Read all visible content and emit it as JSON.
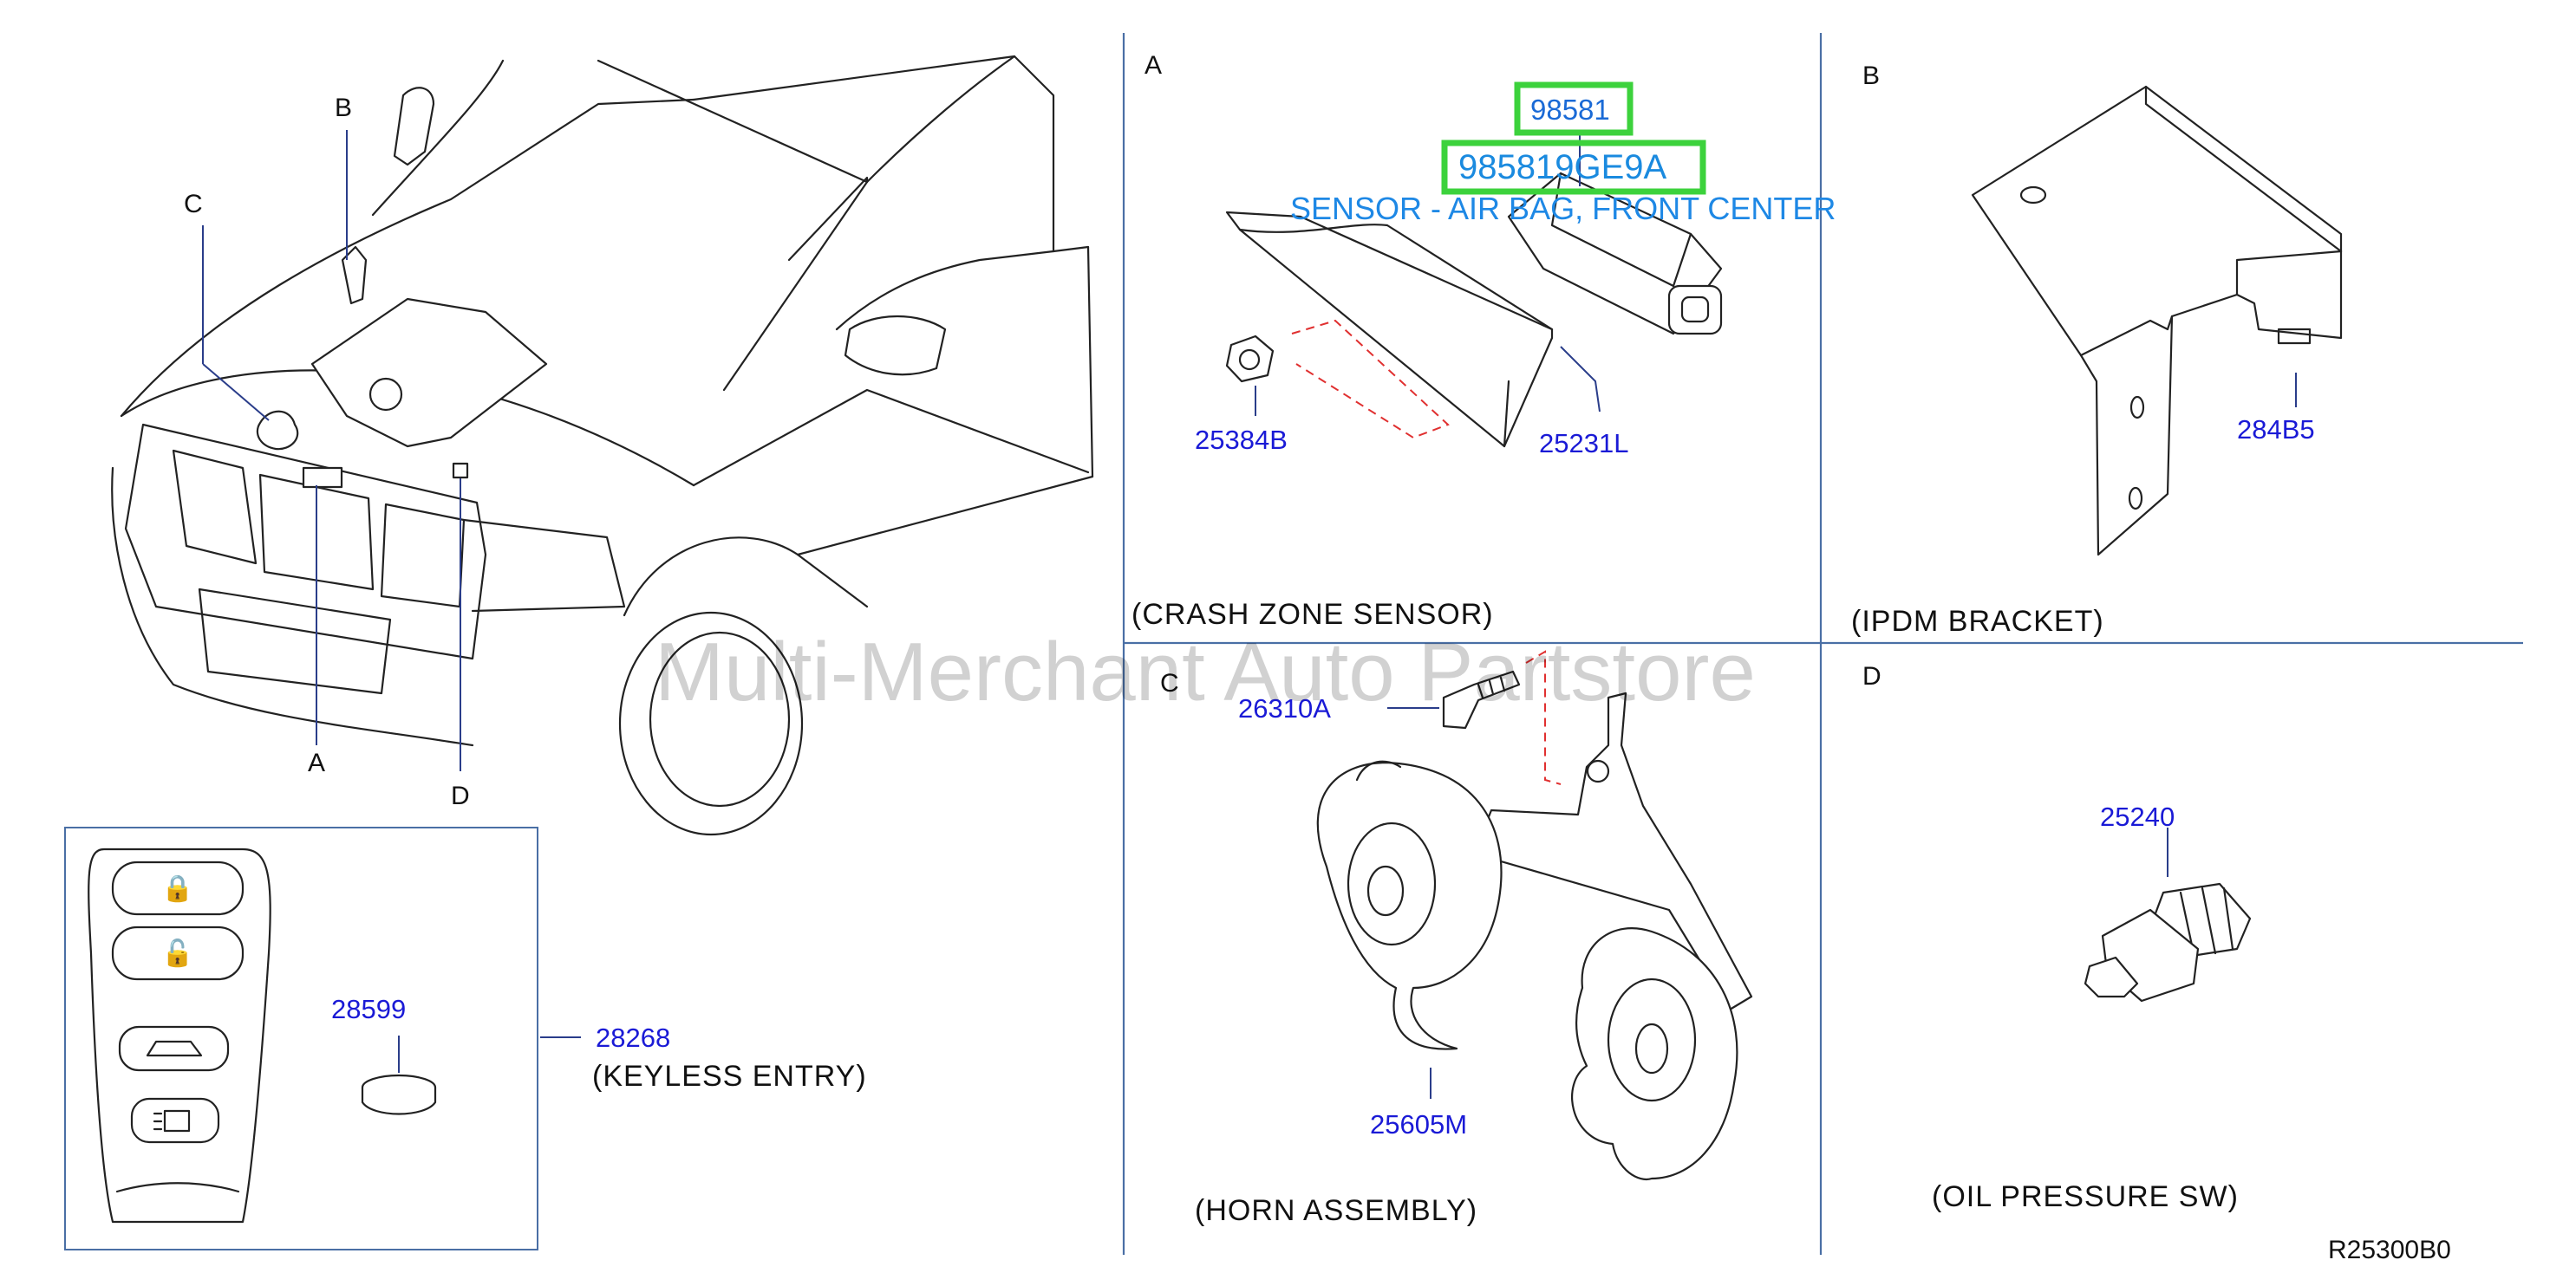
{
  "callouts": {
    "A": "A",
    "B": "B",
    "C": "C",
    "D": "D"
  },
  "sections": {
    "A": "A",
    "B": "B",
    "C": "C",
    "D": "D"
  },
  "captions": {
    "crash_zone_sensor": "(CRASH  ZONE  SENSOR)",
    "ipdm_bracket": "(IPDM  BRACKET)",
    "horn_assembly": "(HORN  ASSEMBLY)",
    "oil_pressure_sw": "(OIL  PRESSURE  SW)",
    "keyless_entry": "(KEYLESS  ENTRY)"
  },
  "parts": {
    "p98581": "98581",
    "p985819ge9a": "985819GE9A",
    "p25384b": "25384B",
    "p25231l": "25231L",
    "p284b5": "284B5",
    "p26310a": "26310A",
    "p25605m": "25605M",
    "p25240": "25240",
    "p28599": "28599",
    "p28268": "28268"
  },
  "highlight": {
    "description": "SENSOR - AIR BAG, FRONT CENTER",
    "box_color": "#3cd23c"
  },
  "watermark": "Multi-Merchant Auto Partstore",
  "diagram_code": "R25300B0",
  "colors": {
    "part_number": "#1a1ad6",
    "divider": "#4a6fa5",
    "dashed_guide": "#e03030",
    "highlight_box": "#3cd23c"
  }
}
